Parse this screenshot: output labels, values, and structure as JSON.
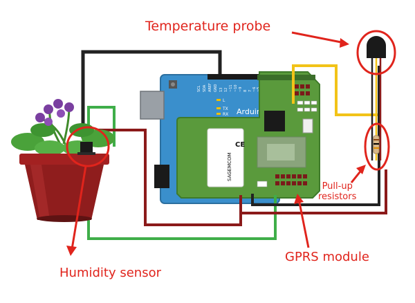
{
  "labels": {
    "temperature_probe": "Temperature probe",
    "humidity_sensor": "Humidity sensor",
    "gprs_module": "GPRS module",
    "pull_up_line1": "Pull-up",
    "pull_up_line2": "resistors"
  },
  "board": {
    "name": "Arduino",
    "pins": [
      "SCL",
      "SDA",
      "AREF",
      "GND",
      "13",
      "12",
      "~11",
      "~10",
      "~9",
      "8",
      "7",
      "~6",
      "~5",
      "4"
    ],
    "leds": [
      "L",
      "TX",
      "RX"
    ]
  },
  "gprs_chip": {
    "brand": "SAGEMCOM",
    "mark": "CE"
  },
  "colors": {
    "annotation": "#e0241c",
    "arduino": "#3a8fcc",
    "shield": "#5a9a3c",
    "wire_black": "#222222",
    "wire_red": "#8b1a1a",
    "wire_green": "#3fae49",
    "wire_yellow": "#f2c318"
  }
}
